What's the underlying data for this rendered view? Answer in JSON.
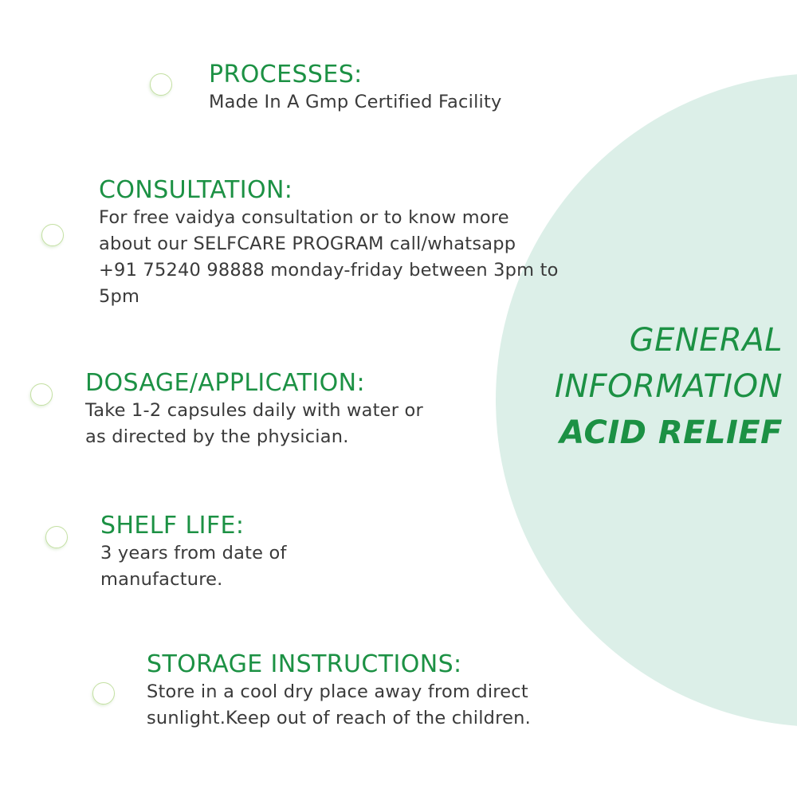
{
  "colors": {
    "accent": "#1c9144",
    "body_text": "#3a3a3a",
    "circle_fill": "#dcefe8",
    "bullet_ring": "#c4e0a3"
  },
  "sections": [
    {
      "heading": "PROCESSES:",
      "lines": [
        "Made In A Gmp Certified Facility"
      ]
    },
    {
      "heading": "CONSULTATION:",
      "lines": [
        "For free vaidya consultation or to know more",
        "about our SELFCARE PROGRAM  call/whatsapp",
        "+91 75240 98888 monday-friday between 3pm to",
        "5pm"
      ]
    },
    {
      "heading": "DOSAGE/APPLICATION:",
      "lines": [
        "Take 1-2 capsules daily with water or",
        "as directed by the physician."
      ]
    },
    {
      "heading": "SHELF LIFE:",
      "lines": [
        "3 years from date of",
        "manufacture."
      ]
    },
    {
      "heading": "STORAGE INSTRUCTIONS:",
      "lines": [
        "Store in a cool dry place away from direct",
        "sunlight.Keep out of reach of the children."
      ]
    }
  ],
  "general_info": {
    "line1": "GENERAL",
    "line2": "INFORMATION",
    "line3": "ACID RELIEF"
  },
  "icons": {
    "bullet": "circle-bullet-icon"
  }
}
